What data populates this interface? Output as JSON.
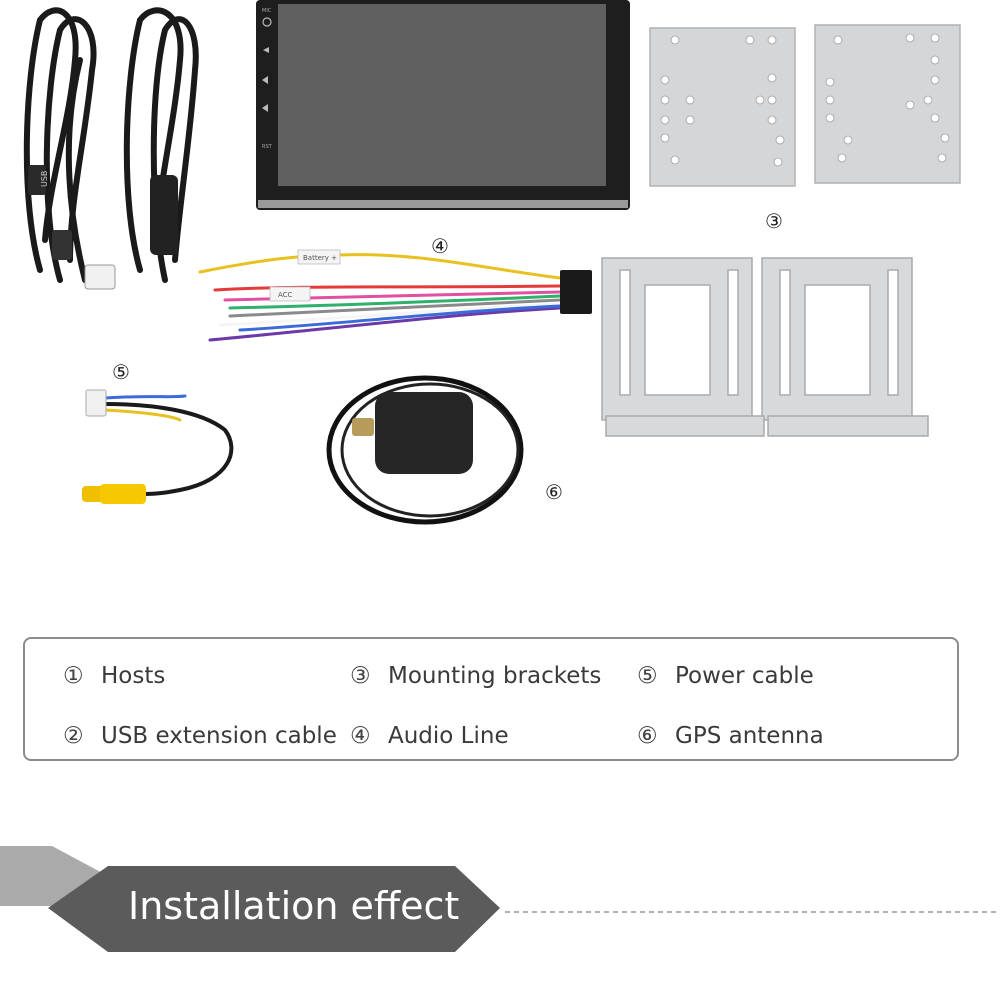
{
  "callouts": {
    "c3": "③",
    "c4": "④",
    "c5": "⑤",
    "c6": "⑥"
  },
  "legend": {
    "items": [
      {
        "num": "①",
        "label": "Hosts"
      },
      {
        "num": "②",
        "label": "USB extension cable"
      },
      {
        "num": "③",
        "label": "Mounting brackets"
      },
      {
        "num": "④",
        "label": "Audio Line"
      },
      {
        "num": "⑤",
        "label": "Power cable"
      },
      {
        "num": "⑥",
        "label": "GPS antenna"
      }
    ]
  },
  "banner": {
    "title": "Installation effect",
    "color": "#5b5b5b"
  },
  "product_labels": {
    "usb_tag": "USB",
    "acc_tag": "ACC",
    "battery_tag": "Battery +",
    "mic": "MIC",
    "rst": "RST"
  }
}
